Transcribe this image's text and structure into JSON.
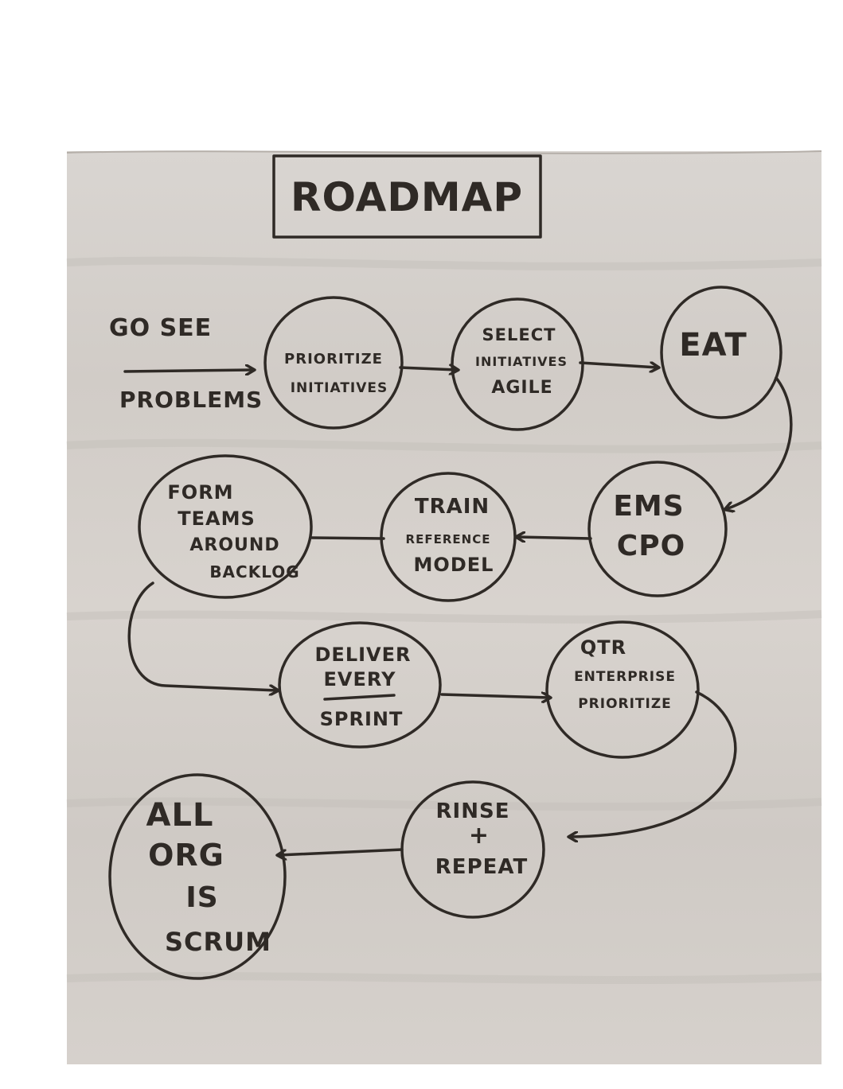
{
  "title": "ROADMAP",
  "intro": {
    "top_label": "GO SEE",
    "bottom_label": "PROBLEMS"
  },
  "steps": [
    {
      "id": "prioritize",
      "lines": [
        "PRIORITIZE",
        "INITIATIVES"
      ]
    },
    {
      "id": "select",
      "lines": [
        "SELECT",
        "INITIATIVES",
        "AGILE"
      ]
    },
    {
      "id": "eat",
      "lines": [
        "EAT"
      ]
    },
    {
      "id": "ems-cpo",
      "lines": [
        "EMS",
        "CPO"
      ]
    },
    {
      "id": "train",
      "lines": [
        "TRAIN",
        "REFERENCE",
        "MODEL"
      ]
    },
    {
      "id": "form-teams",
      "lines": [
        "FORM",
        "TEAMS",
        "AROUND",
        "BACKLOG"
      ]
    },
    {
      "id": "deliver",
      "lines": [
        "DELIVER",
        "EVERY",
        "SPRINT"
      ]
    },
    {
      "id": "qtr",
      "lines": [
        "QTR",
        "ENTERPRISE",
        "PRIORITIZE"
      ]
    },
    {
      "id": "rinse",
      "lines": [
        "RINSE",
        "+",
        "REPEAT"
      ]
    },
    {
      "id": "all-org",
      "lines": [
        "ALL",
        "ORG",
        "IS",
        "SCRUM"
      ]
    }
  ],
  "colors": {
    "ink": "#2f2a26",
    "paper": "#d6d1cc",
    "paper_shadow": "#bdb7b1",
    "background": "#ffffff"
  }
}
